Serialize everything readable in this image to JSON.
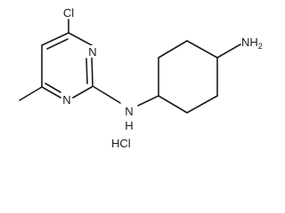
{
  "molecule": {
    "atoms": {
      "cl": "Cl",
      "n_top": "N",
      "n_bottom": "N",
      "nh_linker": "N",
      "h_linker": "H",
      "nh2_amine": "NH",
      "nh2_subscript": "2"
    },
    "salt": "HCl"
  },
  "colors": {
    "bond": "#1a1a1a",
    "text": "#1a1a1a",
    "background": "#ffffff"
  }
}
